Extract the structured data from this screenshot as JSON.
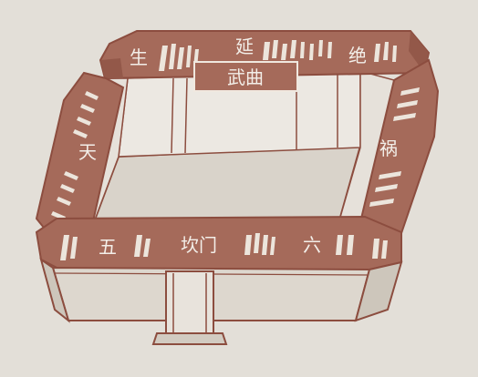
{
  "diagram": {
    "labels": {
      "top_left": "生",
      "top_center": "延",
      "top_center_box": "武曲",
      "top_right": "绝",
      "left_side": "天",
      "right_side": "祸",
      "bottom_left": "五",
      "bottom_center": "坎门",
      "bottom_right": "六"
    }
  },
  "colors": {
    "background": "#e3dfd8",
    "frame_fill": "#a56a5a",
    "line": "#8c4d3f",
    "label_text": "#f3efe9",
    "inner_wall": "#ece8e2"
  }
}
